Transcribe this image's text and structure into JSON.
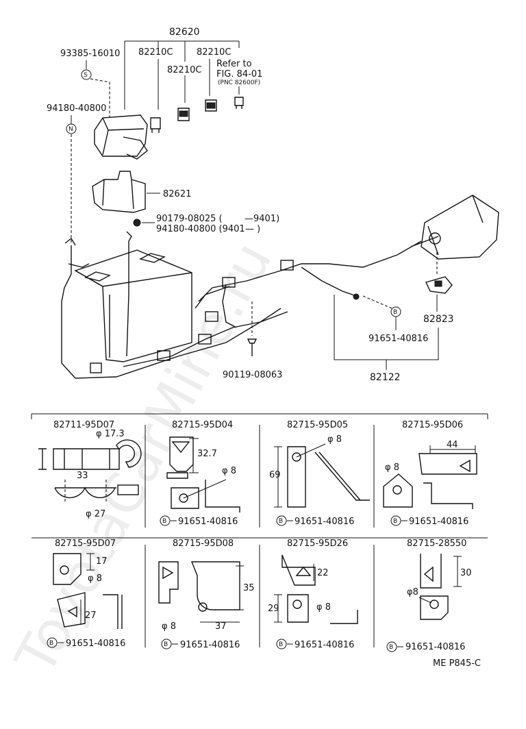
{
  "watermark": "ToyotaCarMine.ru",
  "top": {
    "assembly": "82620",
    "fuse_a": "82210C",
    "fuse_b": "82210C",
    "fuse_c": "82210C",
    "refer_line1": "Refer to",
    "refer_line2": "FIG. 84-01",
    "refer_line3": "(PNC 82600F)",
    "screw": "93385-16010",
    "screw_sym": "S",
    "nut": "94180-40800",
    "nut_sym": "N",
    "cover": "82621",
    "bolt_a": "90179-08025 (",
    "bolt_a_range": "—9401)",
    "bolt_b": "94180-40800 (9401",
    "bolt_b_range": "—            )",
    "connector": "82823",
    "bolt_main": "91651-40816",
    "bolt_main_sym": "B",
    "clamp_bolt": "90119-08063",
    "wire": "82122"
  },
  "panels": [
    {
      "part": "82711-95D07",
      "dims": [
        "φ 17.3",
        "33",
        "φ 27"
      ],
      "bolt": ""
    },
    {
      "part": "82715-95D04",
      "dims": [
        "32.7",
        "φ 8"
      ],
      "bolt": "91651-40816"
    },
    {
      "part": "82715-95D05",
      "dims": [
        "φ 8",
        "69"
      ],
      "bolt": "91651-40816"
    },
    {
      "part": "82715-95D06",
      "dims": [
        "44",
        "φ 8"
      ],
      "bolt": "91651-40816"
    },
    {
      "part": "82715-95D07",
      "dims": [
        "17",
        "φ 8",
        "27"
      ],
      "bolt": "91651-40816"
    },
    {
      "part": "82715-95D08",
      "dims": [
        "35",
        "φ 8",
        "37"
      ],
      "bolt": "91651-40816"
    },
    {
      "part": "82715-95D26",
      "dims": [
        "22",
        "29",
        "φ 8"
      ],
      "bolt": "91651-40816"
    },
    {
      "part": "82715-28550",
      "dims": [
        "30",
        "φ8"
      ],
      "bolt": "91651-40816"
    }
  ],
  "bolt_sym": "B",
  "footer": "ME  P845-C"
}
